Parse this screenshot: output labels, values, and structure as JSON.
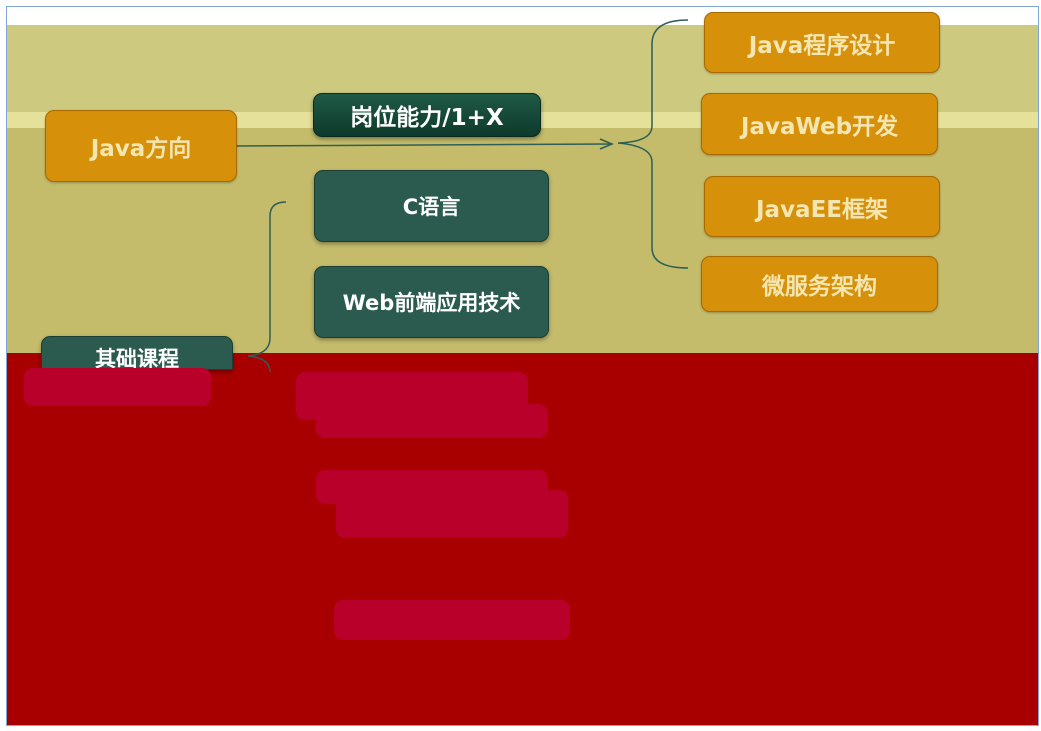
{
  "diagram": {
    "root": {
      "label": "Java方向"
    },
    "edge_label": "岗位能力/1+X",
    "targets": [
      {
        "label": "Java程序设计"
      },
      {
        "label": "JavaWeb开发"
      },
      {
        "label": "JavaEE框架"
      },
      {
        "label": "微服务架构"
      }
    ],
    "basics": {
      "label": "其础课程"
    },
    "courses": [
      {
        "label": "C语言"
      },
      {
        "label": "Web前端应用技术"
      }
    ]
  },
  "colors": {
    "orange_node": "#d6900a",
    "green_node": "#2b5a4f",
    "dark_node": "#0e3a2c",
    "background_olive": "#c9c177",
    "overlay_red": "#a80000"
  }
}
